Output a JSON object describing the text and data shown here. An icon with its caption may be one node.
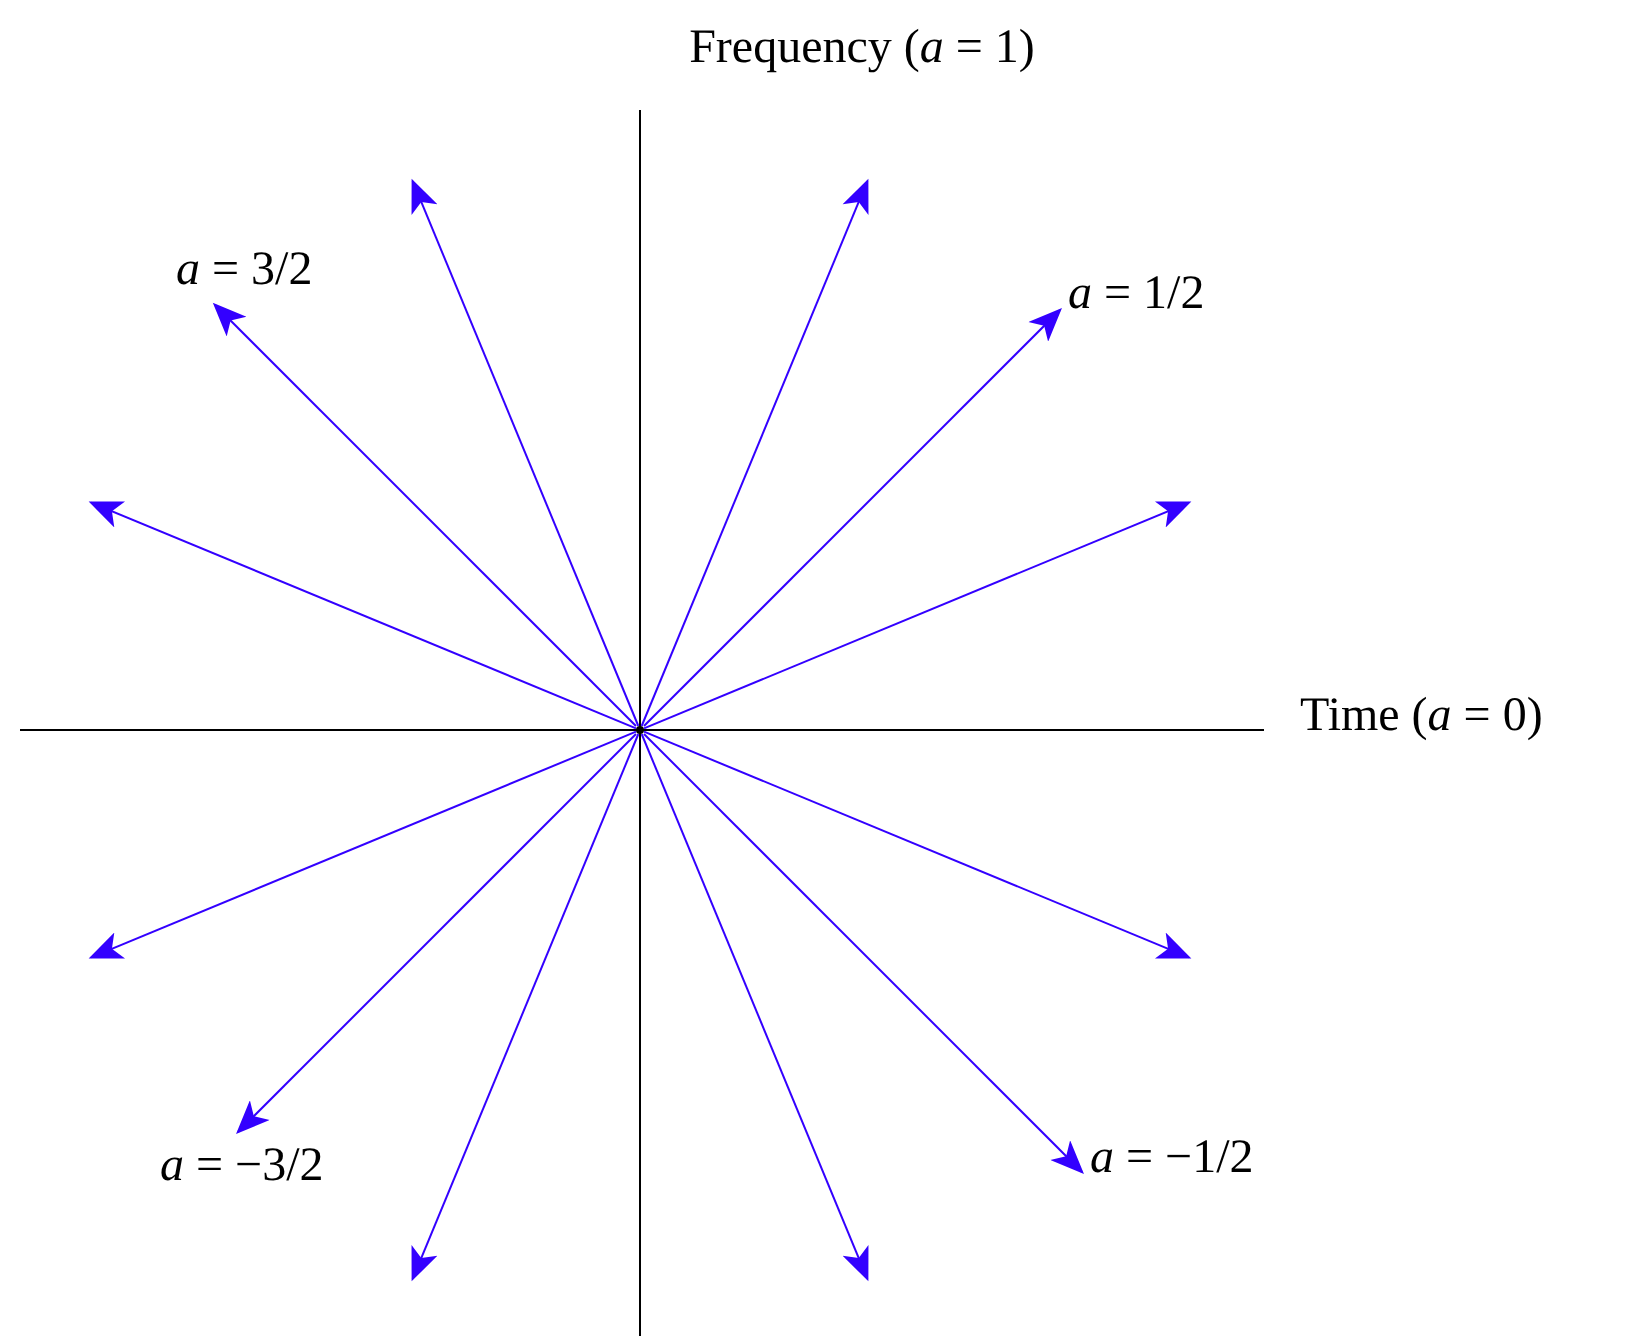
{
  "diagram": {
    "nodes": [
      {
        "text": [],
        "shape": "point"
      },
      {
        "text": [
          "*a* = 3/2"
        ]
      },
      {
        "text": [
          "*a* = 1/2"
        ]
      },
      {
        "text": [
          "*a* = −3/2"
        ]
      },
      {
        "text": [
          "*a* = −1/2"
        ]
      }
    ],
    "edges": [
      {
        "from": 0,
        "to": null,
        "arrow": "to"
      },
      {
        "from": 0,
        "to": 2,
        "arrow": "to"
      },
      {
        "from": 0,
        "to": null,
        "arrow": "to"
      },
      {
        "from": 0,
        "to": null,
        "arrow": "to"
      },
      {
        "from": 0,
        "to": 1,
        "arrow": "to"
      },
      {
        "from": 0,
        "to": null,
        "arrow": "to"
      },
      {
        "from": 0,
        "to": null,
        "arrow": "to"
      },
      {
        "from": 0,
        "to": 3,
        "arrow": "to"
      },
      {
        "from": 0,
        "to": null,
        "arrow": "to"
      },
      {
        "from": 0,
        "to": null,
        "arrow": "to"
      },
      {
        "from": 0,
        "to": 4,
        "arrow": "to"
      },
      {
        "from": 0,
        "to": null,
        "arrow": "to"
      }
    ],
    "labels": [
      "Frequency (*a* = 1)",
      "Time (*a* = 0)"
    ]
  }
}
